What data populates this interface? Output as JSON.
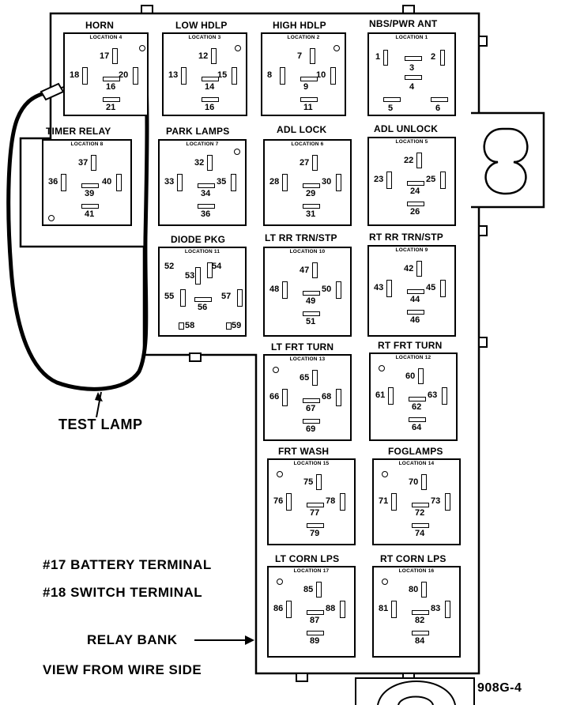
{
  "figure_id": "908G-4",
  "test_lamp_label": "TEST LAMP",
  "terminal_notes": [
    "#17 BATTERY TERMINAL",
    "#18 SWITCH TERMINAL"
  ],
  "relay_bank_label": "RELAY BANK",
  "view_label": "VIEW FROM WIRE SIDE",
  "relays": [
    {
      "title": "HORN",
      "location": "LOCATION 4",
      "pins": [
        "17",
        "18",
        "16",
        "20",
        "21"
      ]
    },
    {
      "title": "LOW HDLP",
      "location": "LOCATION 3",
      "pins": [
        "12",
        "13",
        "14",
        "15",
        "16"
      ]
    },
    {
      "title": "HIGH HDLP",
      "location": "LOCATION 2",
      "pins": [
        "7",
        "8",
        "9",
        "10",
        "11"
      ]
    },
    {
      "title": "NBS/PWR ANT",
      "location": "LOCATION 1",
      "pins": [
        "1",
        "2",
        "3",
        "4",
        "5",
        "6"
      ]
    },
    {
      "title": "TIMER RELAY",
      "location": "LOCATION 8",
      "pins": [
        "37",
        "36",
        "39",
        "40",
        "41"
      ]
    },
    {
      "title": "PARK LAMPS",
      "location": "LOCATION 7",
      "pins": [
        "32",
        "33",
        "34",
        "35",
        "36"
      ]
    },
    {
      "title": "ADL LOCK",
      "location": "LOCATION 6",
      "pins": [
        "27",
        "28",
        "29",
        "30",
        "31"
      ]
    },
    {
      "title": "ADL UNLOCK",
      "location": "LOCATION 5",
      "pins": [
        "22",
        "23",
        "24",
        "25",
        "26"
      ]
    },
    {
      "title": "DIODE PKG",
      "location": "LOCATION 11",
      "pins": [
        "52",
        "53",
        "54",
        "55",
        "56",
        "57",
        "58",
        "59"
      ]
    },
    {
      "title": "LT RR TRN/STP",
      "location": "LOCATION 10",
      "pins": [
        "47",
        "48",
        "49",
        "50",
        "51"
      ]
    },
    {
      "title": "RT RR TRN/STP",
      "location": "LOCATION 9",
      "pins": [
        "42",
        "43",
        "44",
        "45",
        "46"
      ]
    },
    {
      "title": "LT FRT TURN",
      "location": "LOCATION 13",
      "pins": [
        "65",
        "66",
        "67",
        "68",
        "69"
      ]
    },
    {
      "title": "RT FRT TURN",
      "location": "LOCATION 12",
      "pins": [
        "60",
        "61",
        "62",
        "63",
        "64"
      ]
    },
    {
      "title": "FRT WASH",
      "location": "LOCATION 15",
      "pins": [
        "75",
        "76",
        "77",
        "78",
        "79"
      ]
    },
    {
      "title": "FOGLAMPS",
      "location": "LOCATION 14",
      "pins": [
        "70",
        "71",
        "72",
        "73",
        "74"
      ]
    },
    {
      "title": "LT CORN LPS",
      "location": "LOCATION 17",
      "pins": [
        "85",
        "86",
        "87",
        "88",
        "89"
      ]
    },
    {
      "title": "RT CORN LPS",
      "location": "LOCATION 16",
      "pins": [
        "80",
        "81",
        "82",
        "83",
        "84"
      ]
    }
  ]
}
